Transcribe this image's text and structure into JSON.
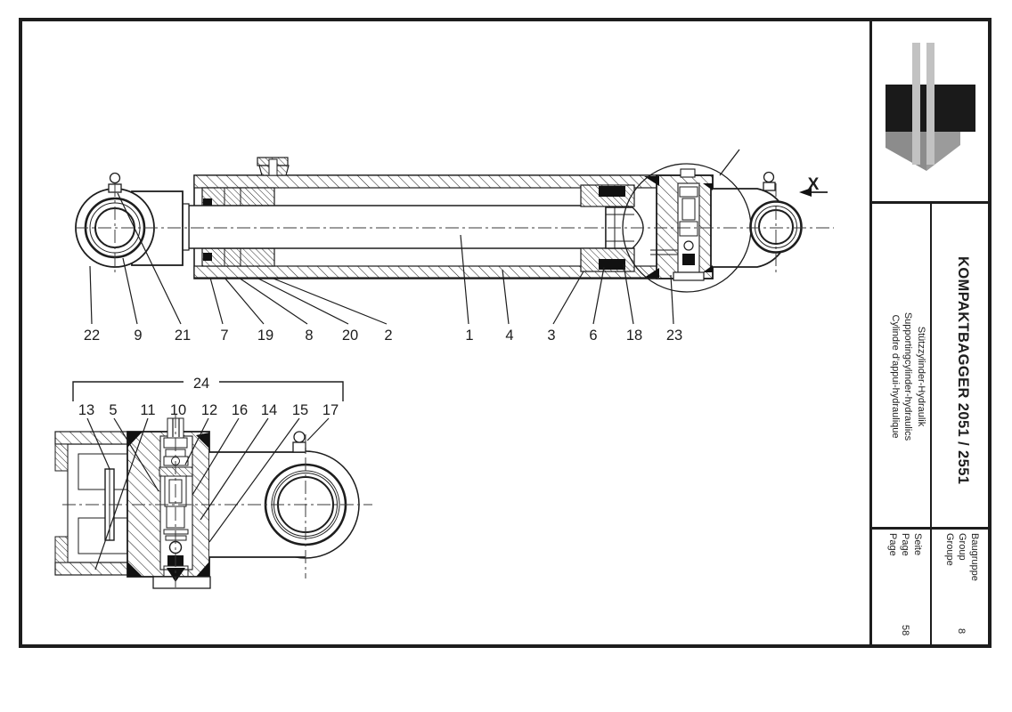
{
  "page": {
    "background": "#ffffff",
    "ink_color": "#1d1d1d",
    "logo_black": "#1a1a1a",
    "logo_gray": "#8c8c8c",
    "logo_lightgray": "#c2c2c2"
  },
  "title_block": {
    "product": "KOMPAKTBAGGER 2051 / 2551",
    "descriptions": [
      "Stützzylinder-Hydraulik",
      "Supportingcylinder-hydraulics",
      "Cylindre d'appui-hydraulique"
    ],
    "group": {
      "labels": [
        "Baugruppe",
        "Group",
        "Groupe"
      ],
      "value": "8"
    },
    "page_ref": {
      "labels": [
        "Seite",
        "Page",
        "Page"
      ],
      "value": "58"
    }
  },
  "drawing": {
    "detail_marker": "X",
    "bracket_label": "24",
    "callouts_main": [
      "22",
      "9",
      "21",
      "7",
      "19",
      "8",
      "20",
      "2",
      "1",
      "4",
      "3",
      "6",
      "18",
      "23"
    ],
    "callouts_detail": [
      "13",
      "5",
      "11",
      "10",
      "12",
      "16",
      "14",
      "15",
      "17"
    ]
  }
}
